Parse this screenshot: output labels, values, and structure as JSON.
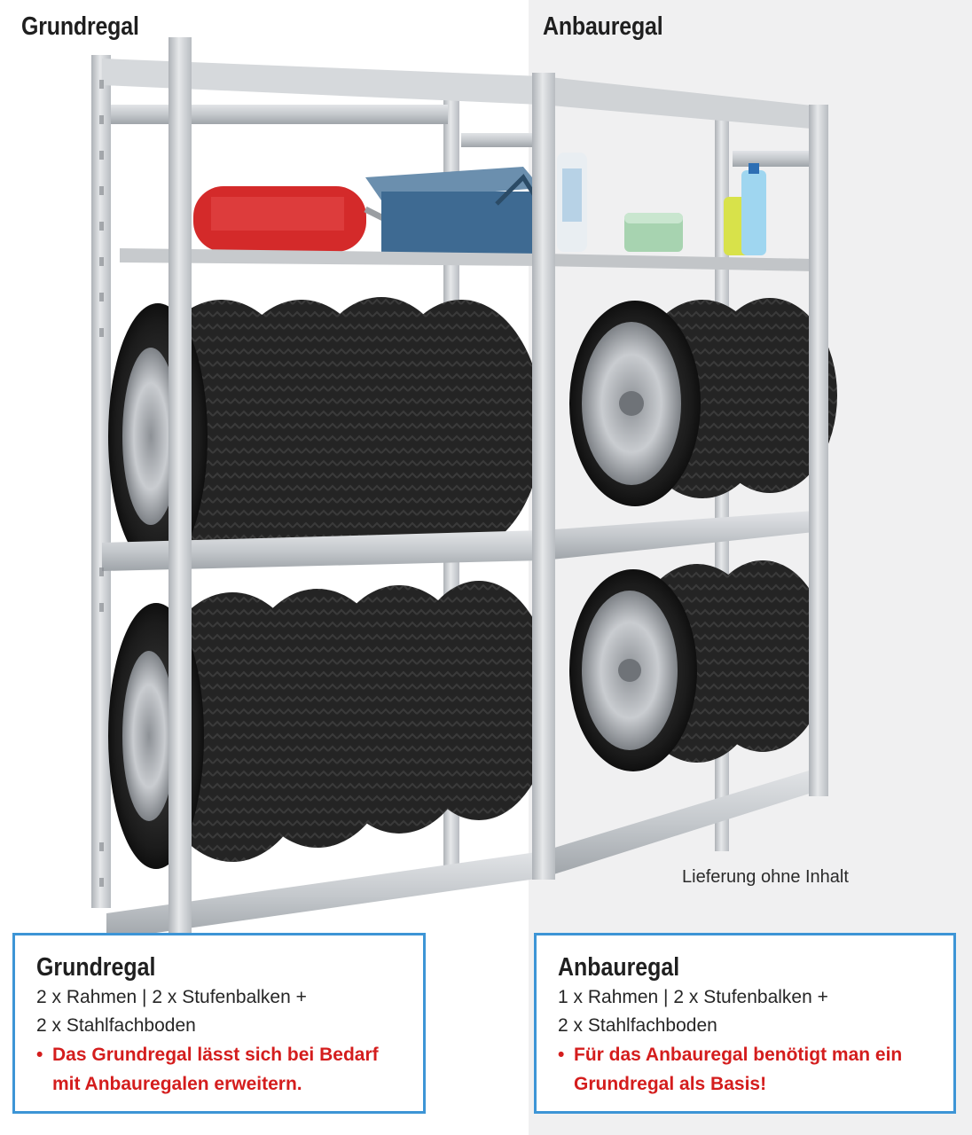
{
  "headings": {
    "left": "Grundregal",
    "right": "Anbauregal"
  },
  "delivery_note": "Lieferung ohne Inhalt",
  "boxes": [
    {
      "title": "Grundregal",
      "lines": [
        "2 x Rahmen | 2 x Stufenbalken +",
        "2 x Stahlfachboden"
      ],
      "bullet": "•",
      "note_lines": [
        "Das Grundregal lässt sich bei Bedarf",
        "mit Anbauregalen erweitern."
      ]
    },
    {
      "title": "Anbauregal",
      "lines": [
        "1 x Rahmen | 2 x Stufenbalken +",
        "2 x Stahlfachboden"
      ],
      "bullet": "•",
      "note_lines": [
        "Für das Anbauregal benötigt man ein",
        "Grundregal als Basis!"
      ]
    }
  ],
  "colors": {
    "accent_border": "#3d95d6",
    "note_red": "#d41d1d",
    "right_background": "#f0f0f1",
    "shelf_steel": "#cfd2d6"
  },
  "photo": {
    "icons": [
      "fire-extinguisher-icon",
      "toolbox-icon",
      "sponge-icon",
      "detergent-bottle-icon"
    ]
  }
}
